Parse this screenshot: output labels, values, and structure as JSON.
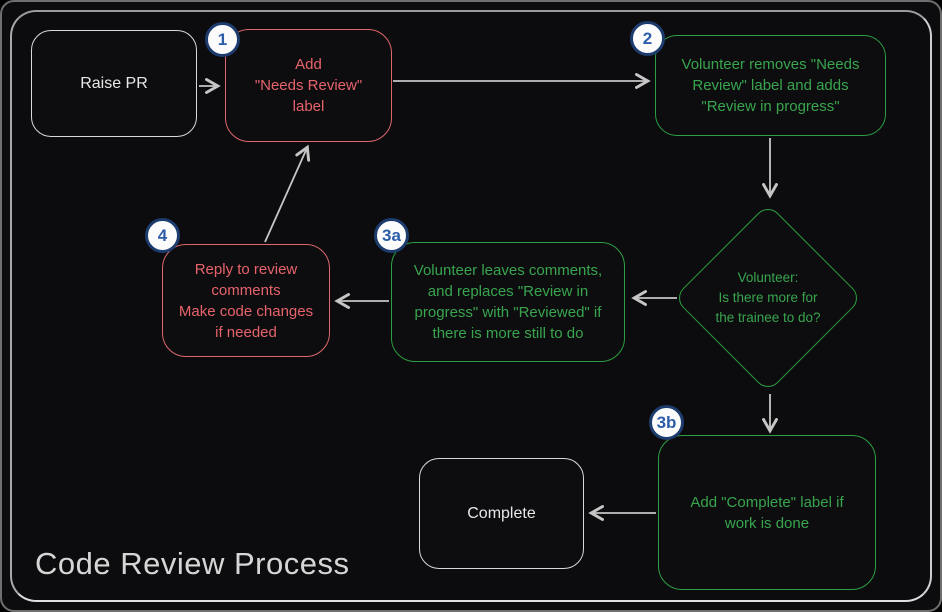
{
  "title": "Code Review Process",
  "colors": {
    "background": "#0c0c0e",
    "red_accent": "#e7636c",
    "green_accent": "#2c9e43",
    "neutral_stroke": "#d9d9d9",
    "arrow": "#c6c6c6",
    "badge_border": "#1d3c6e",
    "badge_text": "#2d5da8",
    "badge_fill": "#fcfcfd"
  },
  "nodes": {
    "raise_pr": {
      "label": "Raise PR"
    },
    "add_needs_review": {
      "badge": "1",
      "label": "Add\n\"Needs Review\"\nlabel"
    },
    "volunteer_removes": {
      "badge": "2",
      "label": "Volunteer removes \"Needs\nReview\" label and adds\n\"Review in progress\""
    },
    "decision": {
      "label": "Volunteer:\nIs there more for\nthe trainee to do?"
    },
    "volunteer_leaves": {
      "badge": "3a",
      "label": "Volunteer leaves comments,\nand replaces \"Review in\nprogress\" with \"Reviewed\" if\nthere is more still to do"
    },
    "reply_comments": {
      "badge": "4",
      "label": "Reply to review\ncomments\nMake code changes\nif needed"
    },
    "add_complete": {
      "badge": "3b",
      "label": "Add \"Complete\" label if\nwork is done"
    },
    "complete": {
      "label": "Complete"
    }
  },
  "edges": [
    {
      "from": "raise_pr",
      "to": "add_needs_review"
    },
    {
      "from": "add_needs_review",
      "to": "volunteer_removes"
    },
    {
      "from": "volunteer_removes",
      "to": "decision"
    },
    {
      "from": "decision",
      "to": "volunteer_leaves"
    },
    {
      "from": "volunteer_leaves",
      "to": "reply_comments"
    },
    {
      "from": "reply_comments",
      "to": "add_needs_review"
    },
    {
      "from": "decision",
      "to": "add_complete"
    },
    {
      "from": "add_complete",
      "to": "complete"
    }
  ]
}
